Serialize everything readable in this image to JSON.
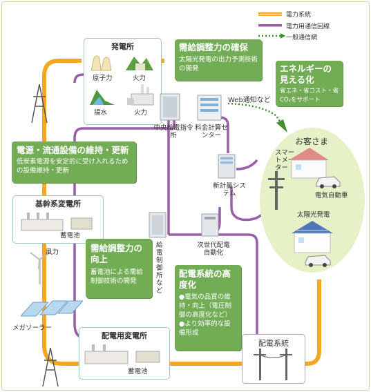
{
  "legend": {
    "power_system": "電力系統",
    "comm_line": "電力用通信回線",
    "public_net": "一般通信網",
    "colors": {
      "power": "#f5a623",
      "comm": "#9b5fa8",
      "public": "#3f8f2f"
    }
  },
  "power_plant": {
    "title": "発電所",
    "nuclear": "原子力",
    "thermal": "火力",
    "hydro": "揚水",
    "fire": "火力"
  },
  "supply_balance": {
    "title": "需給調整力の確保",
    "body": "太陽光発電の出力予測技術の開発"
  },
  "energy_viz": {
    "title": "エネルギーの見える化",
    "body": "省エネ・省コスト・省CO₂をサポート"
  },
  "network_maint": {
    "title": "電源・流通設備の維持・更新",
    "body": "低炭素電源を安定的に受け入れるための設備維持・更新"
  },
  "backbone_sub": {
    "title": "基幹系変電所",
    "battery": "蓄電池"
  },
  "central_dispatch": "中央給電指令所",
  "billing_center": "料金計算センター",
  "web_notice": "Web通知など",
  "customer": {
    "title": "お客さま",
    "smart_meter": "スマートメーター",
    "ev": "電気自動車",
    "solar": "太陽光発電"
  },
  "new_meter_system": "新計量システム",
  "balance_up": {
    "title": "需給調整力の向上",
    "body": "蓄電池による需給制御技術の開発"
  },
  "supply_control": "給電制御所など",
  "next_dist": "次世代配電自動化",
  "wind": "風力",
  "mega_solar": "メガソーラー",
  "dist_advance": {
    "title": "配電系統の高度化",
    "bullet1": "●電気の品質の維持・向上（電圧制御の高度化など）",
    "bullet2": "●より効率的な設備形成"
  },
  "dist_sub": {
    "title": "配電用変電所",
    "battery": "蓄電池"
  },
  "dist_system": "配電系統"
}
